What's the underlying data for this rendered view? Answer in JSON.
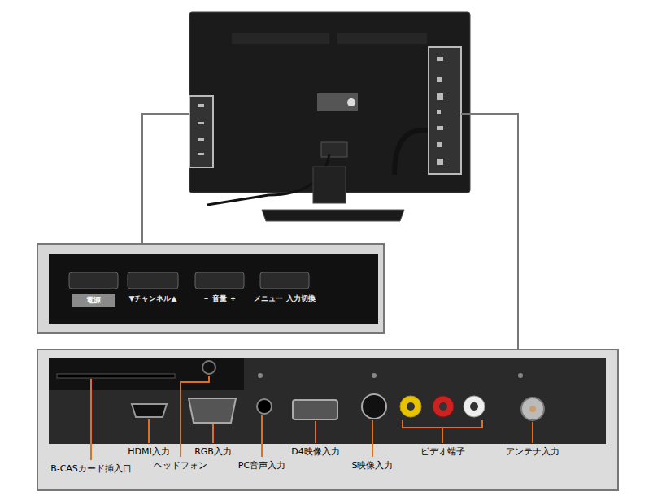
{
  "diagram": {
    "labels": [
      "電源",
      "▼チャンネル▲",
      "－ 音量 ＋",
      "メニュー 入力切換",
      "B-CASカード挿入口",
      "HDMI入力",
      "ヘッドフォン",
      "RGB入力",
      "PC音声入力",
      "D4映像入力",
      "S映像入力",
      "ビデオ端子",
      "アンテナ入力"
    ]
  }
}
